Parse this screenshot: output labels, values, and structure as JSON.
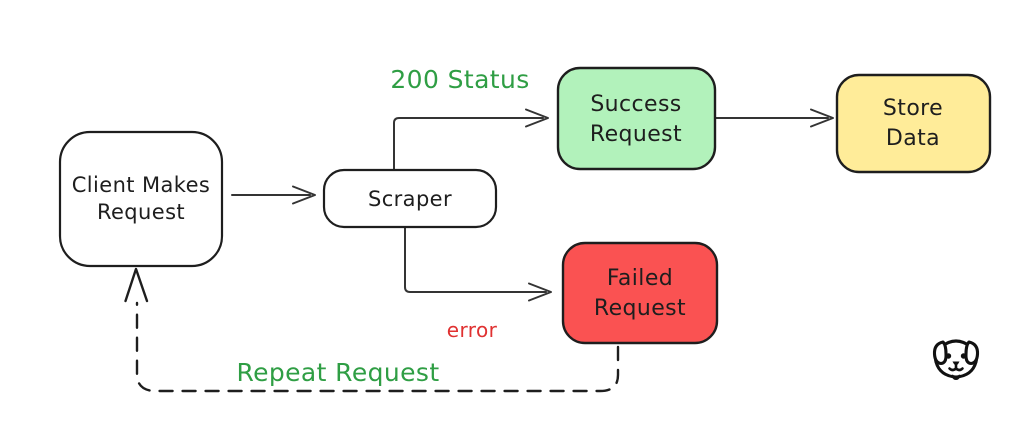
{
  "diagram": {
    "type": "flowchart",
    "background": "#ffffff",
    "stroke_color": "#1e1e1e",
    "arrow_color": "#343434",
    "nodes": [
      {
        "id": "client",
        "label": "Client Makes Request",
        "lines": [
          "Client Makes",
          "Request"
        ],
        "fill": "#ffffff"
      },
      {
        "id": "scraper",
        "label": "Scraper",
        "lines": [
          "Scraper"
        ],
        "fill": "#ffffff"
      },
      {
        "id": "success",
        "label": "Success Request",
        "lines": [
          "Success",
          "Request"
        ],
        "fill": "#b2f2bb"
      },
      {
        "id": "store",
        "label": "Store Data",
        "lines": [
          "Store",
          "Data"
        ],
        "fill": "#ffec99"
      },
      {
        "id": "failed",
        "label": "Failed Request",
        "lines": [
          "Failed",
          "Request"
        ],
        "fill": "#fa5252"
      }
    ],
    "edges": [
      {
        "from": "client",
        "to": "scraper",
        "style": "solid",
        "label": ""
      },
      {
        "from": "scraper",
        "to": "success",
        "style": "solid",
        "label": "200 Status",
        "label_color": "#2f9e44"
      },
      {
        "from": "success",
        "to": "store",
        "style": "solid",
        "label": ""
      },
      {
        "from": "scraper",
        "to": "failed",
        "style": "solid",
        "label": "error",
        "label_color": "#e03131"
      },
      {
        "from": "failed",
        "to": "client",
        "style": "dashed",
        "label": "Repeat Request",
        "label_color": "#2f9e44"
      }
    ],
    "watermark": {
      "icon": "dog-face-icon",
      "color": "#111111"
    }
  }
}
